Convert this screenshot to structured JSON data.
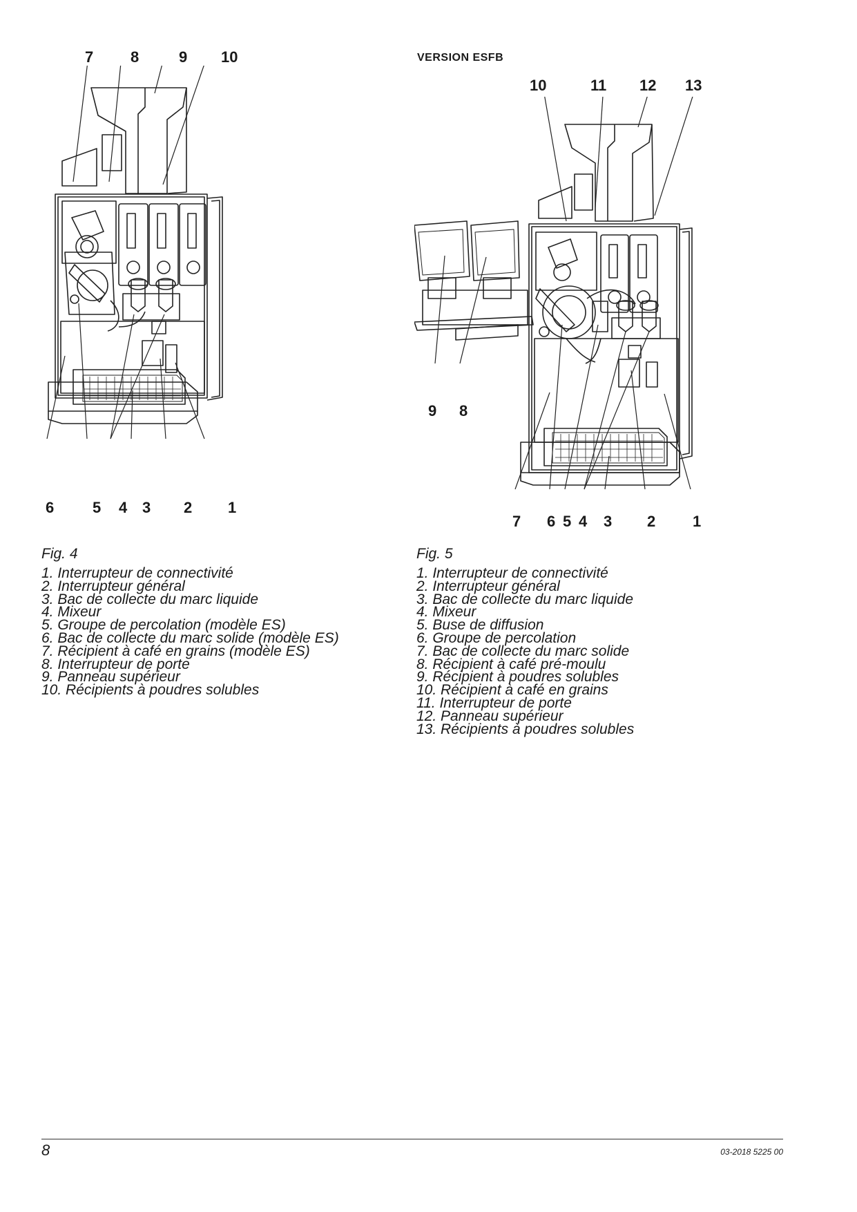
{
  "fig4": {
    "top_callouts": [
      "7",
      "8",
      "9",
      "10"
    ],
    "bottom_callouts": [
      "6",
      "5",
      "4",
      "3",
      "2",
      "1"
    ],
    "caption": "Fig. 4",
    "legend": [
      "1.  Interrupteur de connectivité",
      "2.  Interrupteur général",
      "3.  Bac de collecte du marc liquide",
      "4.  Mixeur",
      "5.  Groupe de percolation (modèle ES)",
      "6.  Bac de collecte du marc solide (modèle ES)",
      "7.  Récipient à café en grains (modèle ES)",
      "8.  Interrupteur de porte",
      "9.  Panneau supérieur",
      "10.  Récipients à poudres solubles"
    ]
  },
  "fig5": {
    "version_label": "VERSION ESFB",
    "top_callouts": [
      "10",
      "11",
      "12",
      "13"
    ],
    "side_callouts": [
      "9",
      "8"
    ],
    "bottom_callouts": [
      "7",
      "6",
      "5",
      "4",
      "3",
      "2",
      "1"
    ],
    "caption": "Fig. 5",
    "legend": [
      "1.  Interrupteur de connectivité",
      "2.  Interrupteur général",
      "3.  Bac de collecte du marc liquide",
      "4.  Mixeur",
      "5.  Buse de diffusion",
      "6.  Groupe de percolation",
      "7.  Bac de collecte du marc solide",
      "8.  Récipient à café pré-moulu",
      "9.  Récipient à poudres solubles",
      "10.  Récipient à café en grains",
      "11.  Interrupteur de porte",
      "12.  Panneau supérieur",
      "13.  Récipients à poudres solubles"
    ]
  },
  "footer": {
    "page_number": "8",
    "doc_ref": "03-2018 5225 00"
  }
}
